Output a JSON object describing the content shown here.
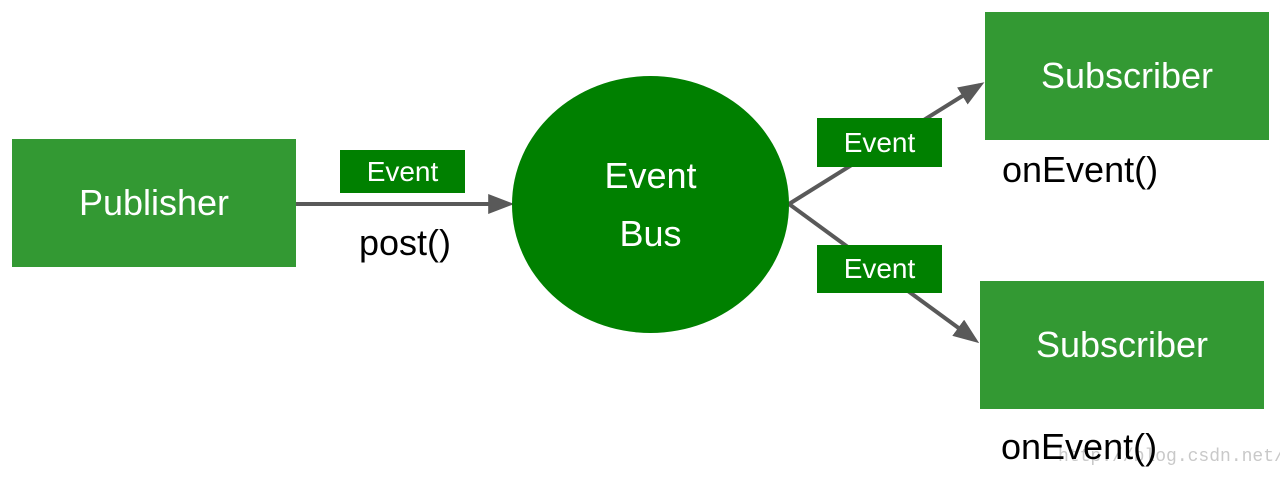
{
  "colors": {
    "box_green": "#339933",
    "dark_green": "#008000",
    "arrow_gray": "#595959",
    "text_white": "#ffffff",
    "text_black": "#000000",
    "watermark_gray": "#c9c9c9",
    "background": "#ffffff"
  },
  "diagram": {
    "publisher": {
      "label": "Publisher",
      "method": "post()"
    },
    "event_bus": {
      "line1": "Event",
      "line2": "Bus"
    },
    "events": {
      "publish": "Event",
      "deliver_top": "Event",
      "deliver_bottom": "Event"
    },
    "subscriber_top": {
      "label": "Subscriber",
      "method": "onEvent()"
    },
    "subscriber_bottom": {
      "label": "Subscriber",
      "method": "onEvent()"
    },
    "watermark": "http://blog.csdn.net/"
  }
}
